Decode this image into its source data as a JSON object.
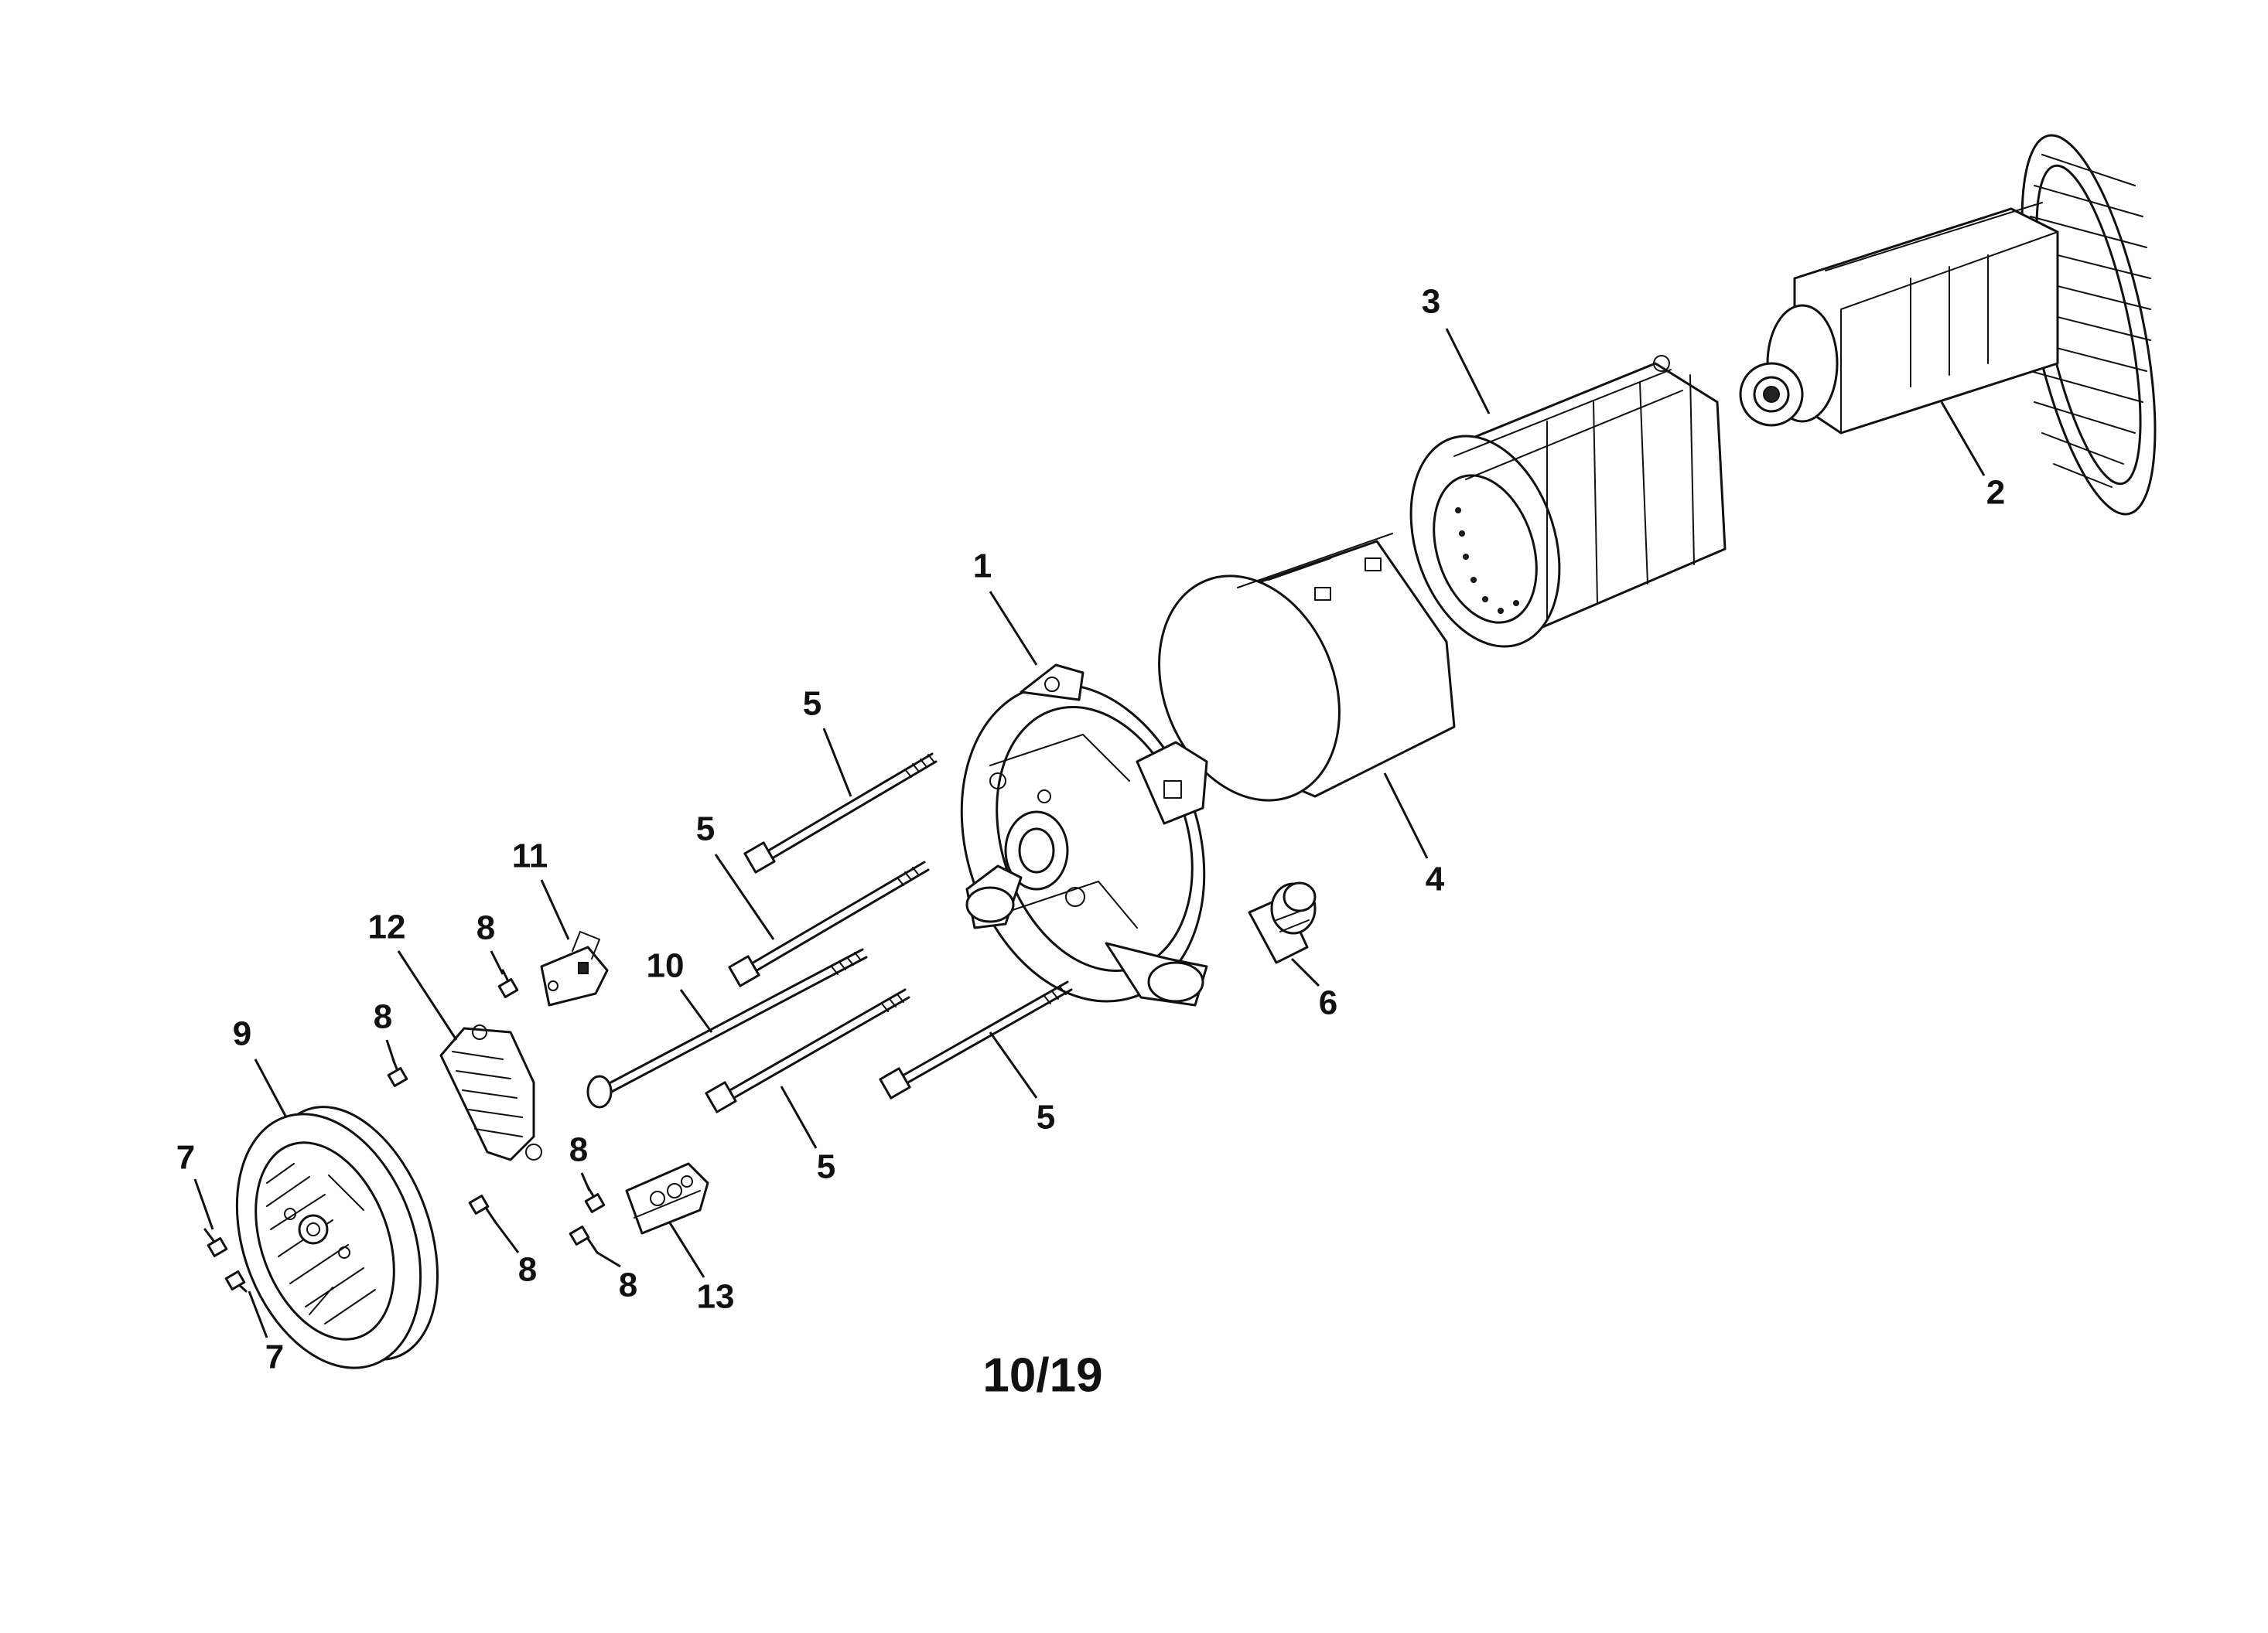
{
  "callouts": {
    "c1": "1",
    "c2": "2",
    "c3": "3",
    "c4": "4",
    "c5a": "5",
    "c5b": "5",
    "c5c": "5",
    "c5d": "5",
    "c6": "6",
    "c7a": "7",
    "c7b": "7",
    "c8a": "8",
    "c8b": "8",
    "c8c": "8",
    "c8d": "8",
    "c8e": "8",
    "c9": "9",
    "c10": "10",
    "c11": "11",
    "c12": "12",
    "c13": "13"
  },
  "page_number": "10/19"
}
